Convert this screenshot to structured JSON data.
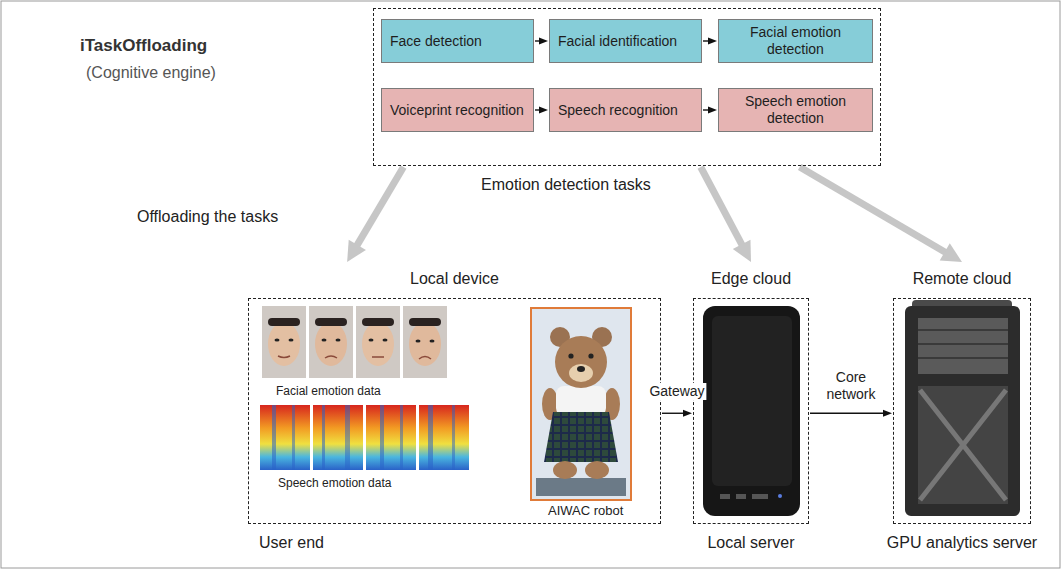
{
  "diagram": {
    "nodes": [
      {
        "text": [
          "Emotion detection tasks"
        ]
      },
      {
        "text": [
          "Face detection"
        ],
        "in": 0
      },
      {
        "text": [
          "Facial identification"
        ],
        "in": 0
      },
      {
        "text": [
          "Facial emotion detection"
        ],
        "in": 0
      },
      {
        "text": [
          "Voiceprint recognition"
        ],
        "in": 0
      },
      {
        "text": [
          "Speech recognition"
        ],
        "in": 0
      },
      {
        "text": [
          "Speech emotion detection"
        ],
        "in": 0
      },
      {
        "text": [
          "Local device",
          "User end"
        ]
      },
      {
        "text": [
          "Edge cloud",
          "Local server"
        ]
      },
      {
        "text": [
          "Remote cloud",
          "GPU analytics server"
        ]
      }
    ],
    "edges": [
      {
        "from": 1,
        "to": 2,
        "arrow": "to"
      },
      {
        "from": 2,
        "to": 3,
        "arrow": "to"
      },
      {
        "from": 4,
        "to": 5,
        "arrow": "to"
      },
      {
        "from": 5,
        "to": 6,
        "arrow": "to"
      },
      {
        "from": 0,
        "to": 7,
        "arrow": "to"
      },
      {
        "from": 0,
        "to": 8,
        "arrow": "to"
      },
      {
        "from": 0,
        "to": 9,
        "arrow": "to"
      },
      {
        "from": 7,
        "to": 8,
        "label": "Gateway",
        "arrow": "to"
      },
      {
        "from": 8,
        "to": 9,
        "label": "Core network",
        "arrow": "to"
      }
    ],
    "labels": [
      "iTaskOffloading",
      "(Cognitive engine)",
      "Offloading the tasks",
      "Facial emotion data",
      "Speech emotion data",
      "AIWAC robot"
    ]
  }
}
